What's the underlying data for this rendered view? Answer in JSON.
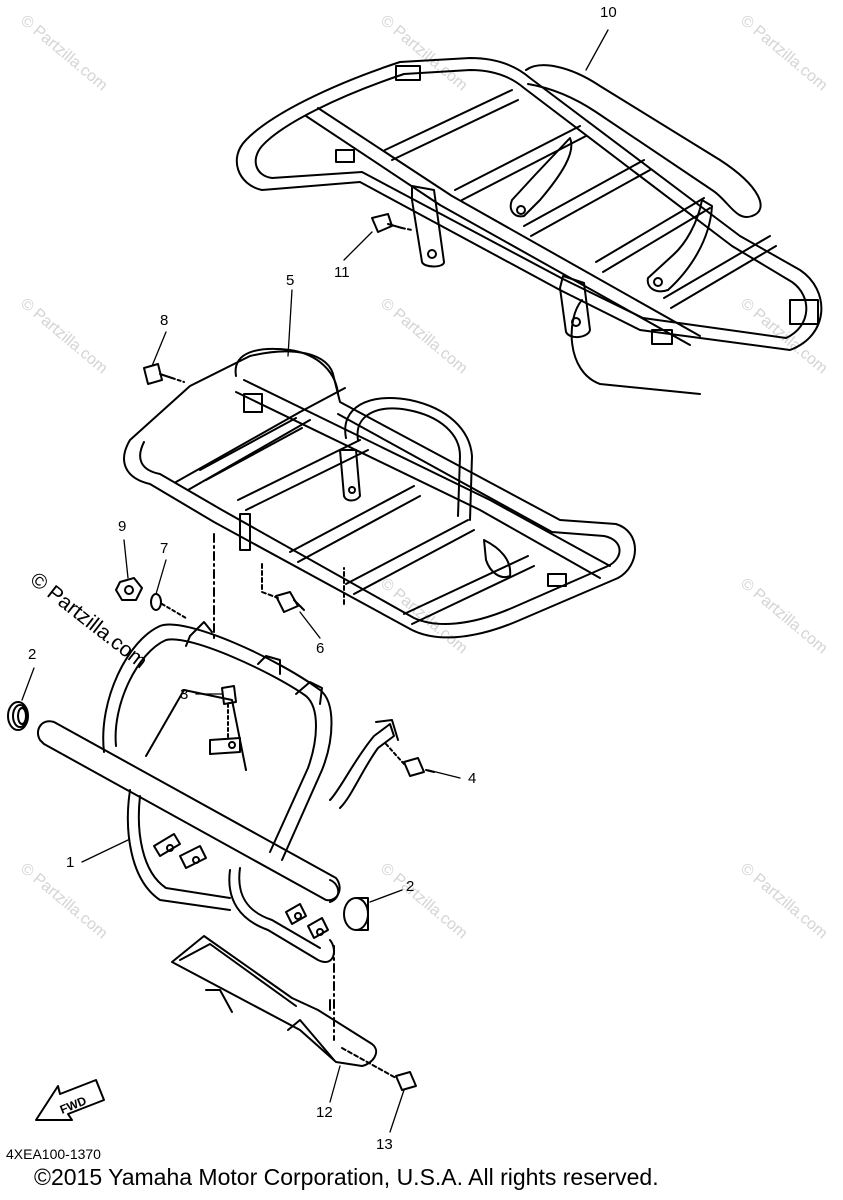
{
  "callouts": [
    "10",
    "11",
    "5",
    "8",
    "9",
    "7",
    "6",
    "2",
    "3",
    "4",
    "1",
    "2",
    "12",
    "13"
  ],
  "watermark": {
    "text": "© Partzilla.com",
    "large_text": "© Partzilla.com"
  },
  "fwd_label": "FWD",
  "diagram_code": "4XEA100-1370",
  "copyright": "©2015 Yamaha Motor Corporation, U.S.A. All rights reserved.",
  "colors": {
    "line": "#000000",
    "watermark": "#d4d4d4",
    "background": "#ffffff"
  }
}
